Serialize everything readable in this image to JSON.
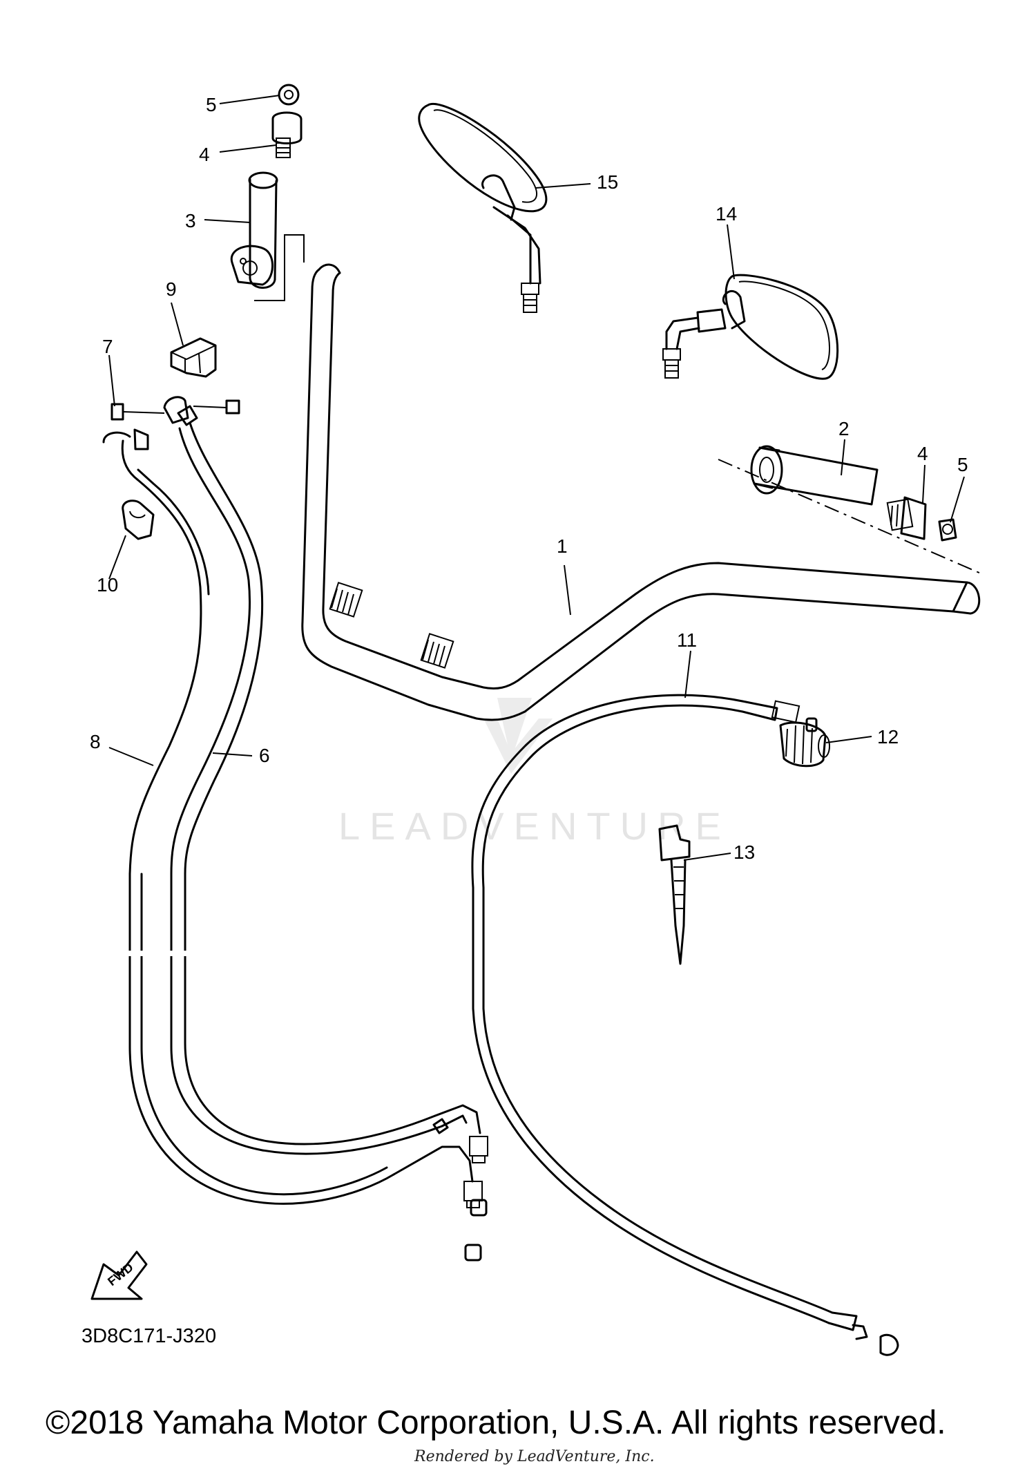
{
  "diagram_code": "3D8C171-J320",
  "copyright": "©2018 Yamaha Motor Corporation, U.S.A. All rights reserved.",
  "rendered_by": "Rendered by LeadVenture, Inc.",
  "watermark": "LEADVENTURE",
  "fwd_label": "FWD",
  "callouts": {
    "c1": "1",
    "c2": "2",
    "c3": "3",
    "c4a": "4",
    "c4b": "4",
    "c5a": "5",
    "c5b": "5",
    "c6": "6",
    "c7": "7",
    "c8": "8",
    "c9": "9",
    "c10": "10",
    "c11": "11",
    "c12": "12",
    "c13": "13",
    "c14": "14",
    "c15": "15"
  }
}
